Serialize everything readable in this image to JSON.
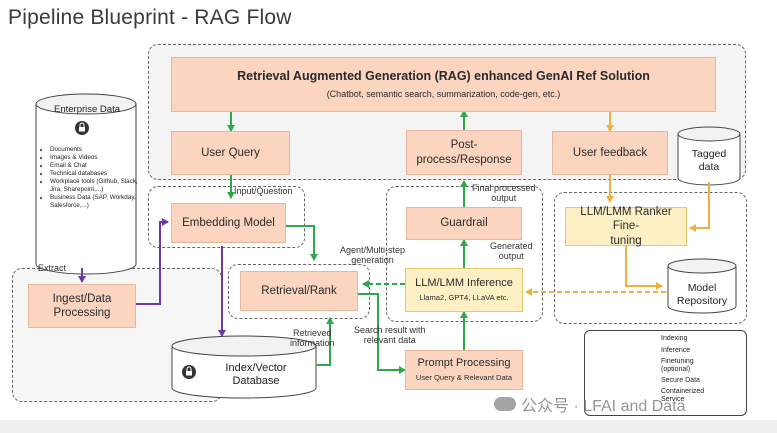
{
  "title": "Pipeline Blueprint - RAG Flow",
  "colors": {
    "indexing": "#6b3aa7",
    "inference": "#2ea84a",
    "finetuning": "#f0b040",
    "box_fill": "#fbd5c0",
    "highlight_fill": "#fdf0c4"
  },
  "rag": {
    "title": "Retrieval Augmented Generation (RAG) enhanced GenAI Ref Solution",
    "subtitle": "(Chatbot, semantic search, summarization, code-gen, etc.)"
  },
  "boxes": {
    "user_query": "User Query",
    "post_process_line1": "Post-",
    "post_process_line2": "process/Response",
    "user_feedback": "User feedback",
    "embedding": "Embedding Model",
    "guardrail": "Guardrail",
    "ranker_line1": "LLM/LMM Ranker Fine-",
    "ranker_line2": "tuning",
    "retrieval": "Retrieval/Rank",
    "inference_title": "LLM/LMM Inference",
    "inference_sub": "Llama2, GPT4, LLaVA etc.",
    "ingest_line1": "Ingest/Data",
    "ingest_line2": "Processing",
    "prompt_title": "Prompt Processing",
    "prompt_sub": "User Query & Relevant Data"
  },
  "cylinders": {
    "enterprise": "Enterprise Data",
    "tagged_line1": "Tagged",
    "tagged_line2": "data",
    "model_repo_line1": "Model",
    "model_repo_line2": "Repository",
    "index_line1": "Index/Vector",
    "index_line2": "Database"
  },
  "enterprise_items": [
    "Documents",
    "Images & Videos",
    "Email & Chat",
    "Technical databases",
    "Workplace tools (Github, Slack, Jira, Sharepoint,...)",
    "Business Data (SAP, Workday, Salesforce,...)"
  ],
  "labels": {
    "input_question": "Input/Question",
    "extract": "Extract",
    "final_output_line1": "Final processed",
    "final_output_line2": "output",
    "generated_line1": "Generated",
    "generated_line2": "output",
    "agent_line1": "Agent/Multi-step",
    "agent_line2": "generation",
    "retrieved_line1": "Retrieved",
    "retrieved_line2": "information",
    "search_line1": "Search result with",
    "search_line2": "relevant data"
  },
  "legend": {
    "indexing": "Indexing",
    "inference": "Inference",
    "finetuning_line1": "Finetuning",
    "finetuning_line2": "(optional)",
    "secure": "Secure Data",
    "containerized_line1": "Containerized",
    "containerized_line2": "Service"
  },
  "watermark": "公众号 · LFAI and Data"
}
